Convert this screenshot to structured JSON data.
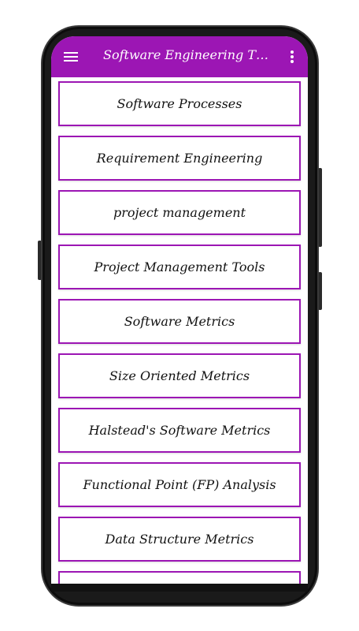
{
  "app_bar": {
    "title": "Software Engineering Tut...",
    "menu_icon": "hamburger-menu-icon",
    "overflow_icon": "more-vert-icon",
    "color": "#9c16b4"
  },
  "topics": [
    {
      "label": "Software Processes"
    },
    {
      "label": "Requirement Engineering"
    },
    {
      "label": "project management"
    },
    {
      "label": "Project Management Tools"
    },
    {
      "label": "Software Metrics"
    },
    {
      "label": "Size Oriented Metrics"
    },
    {
      "label": "Halstead's Software Metrics"
    },
    {
      "label": "Functional Point (FP) Analysis"
    },
    {
      "label": "Data Structure Metrics"
    },
    {
      "label": ""
    }
  ]
}
